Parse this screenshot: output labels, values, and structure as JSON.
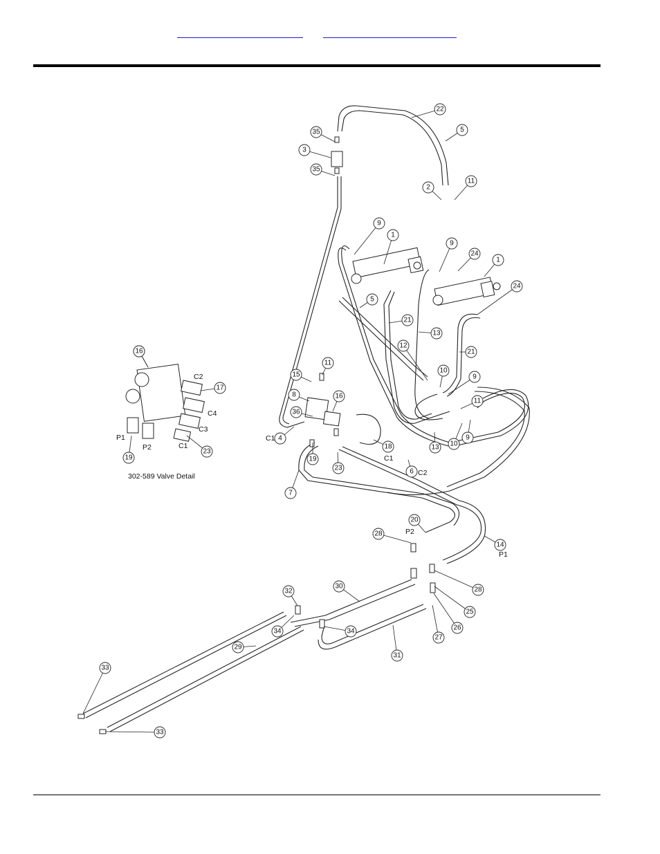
{
  "header": {
    "links": [
      "",
      ""
    ]
  },
  "diagram": {
    "detail_caption": "302-589 Valve Detail",
    "port_labels": {
      "c1_main": "C1",
      "c1_hose": "C1",
      "c2_hose": "C2",
      "p1_hose": "P1",
      "p2_hose": "P2",
      "detail_c1": "C1",
      "detail_c2": "C2",
      "detail_c3": "C3",
      "detail_c4": "C4",
      "detail_p1": "P1",
      "detail_p2": "P2"
    },
    "callouts": [
      "22",
      "5",
      "35",
      "3",
      "35",
      "2",
      "11",
      "9",
      "1",
      "9",
      "24",
      "1",
      "24",
      "5",
      "21",
      "13",
      "21",
      "12",
      "10",
      "9",
      "11",
      "10",
      "9",
      "13",
      "6",
      "16",
      "11",
      "15",
      "8",
      "16",
      "36",
      "4",
      "18",
      "19",
      "23",
      "7",
      "20",
      "28",
      "14",
      "28",
      "25",
      "26",
      "27",
      "30",
      "32",
      "34",
      "34",
      "29",
      "31",
      "33",
      "33",
      "16",
      "17",
      "19",
      "23"
    ]
  }
}
